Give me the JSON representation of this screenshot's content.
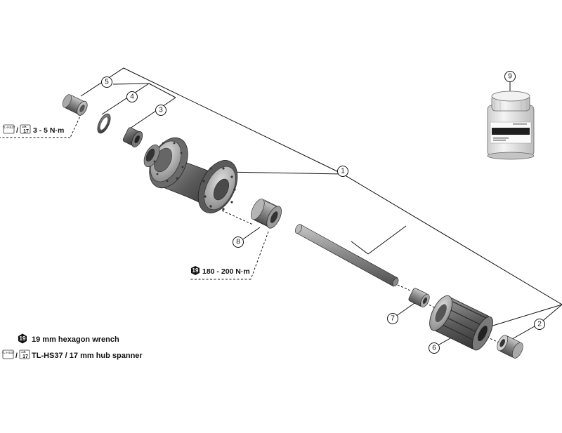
{
  "callouts": {
    "c1": "1",
    "c2": "2",
    "c3": "3",
    "c4": "4",
    "c5": "5",
    "c6": "6",
    "c7": "7",
    "c8": "8",
    "c9": "9"
  },
  "torque_specs": {
    "lock_nut_tool_icon_text": "TL-HS37",
    "lock_nut_tool_size": "17",
    "lock_nut_separator": "/",
    "lock_nut_value": "3 - 5 N·m",
    "freehub_bolt_hex_size": "19",
    "freehub_bolt_value": "180 - 200 N·m"
  },
  "legend": {
    "hex": {
      "size": "19",
      "text": "19 mm hexagon wrench"
    },
    "spanner": {
      "tool_icon_text": "TL-HS37",
      "separator": "/",
      "size": "17",
      "text": "TL-HS37 / 17 mm hub spanner"
    }
  },
  "icons": [
    "hexagon-wrench-icon",
    "hub-spanner-icon",
    "spanner-size-icon"
  ],
  "colors": {
    "line": "#111111",
    "part_dark": "#4a4a4a",
    "part_mid": "#8a8a8a",
    "part_light": "#d6d6d6"
  }
}
